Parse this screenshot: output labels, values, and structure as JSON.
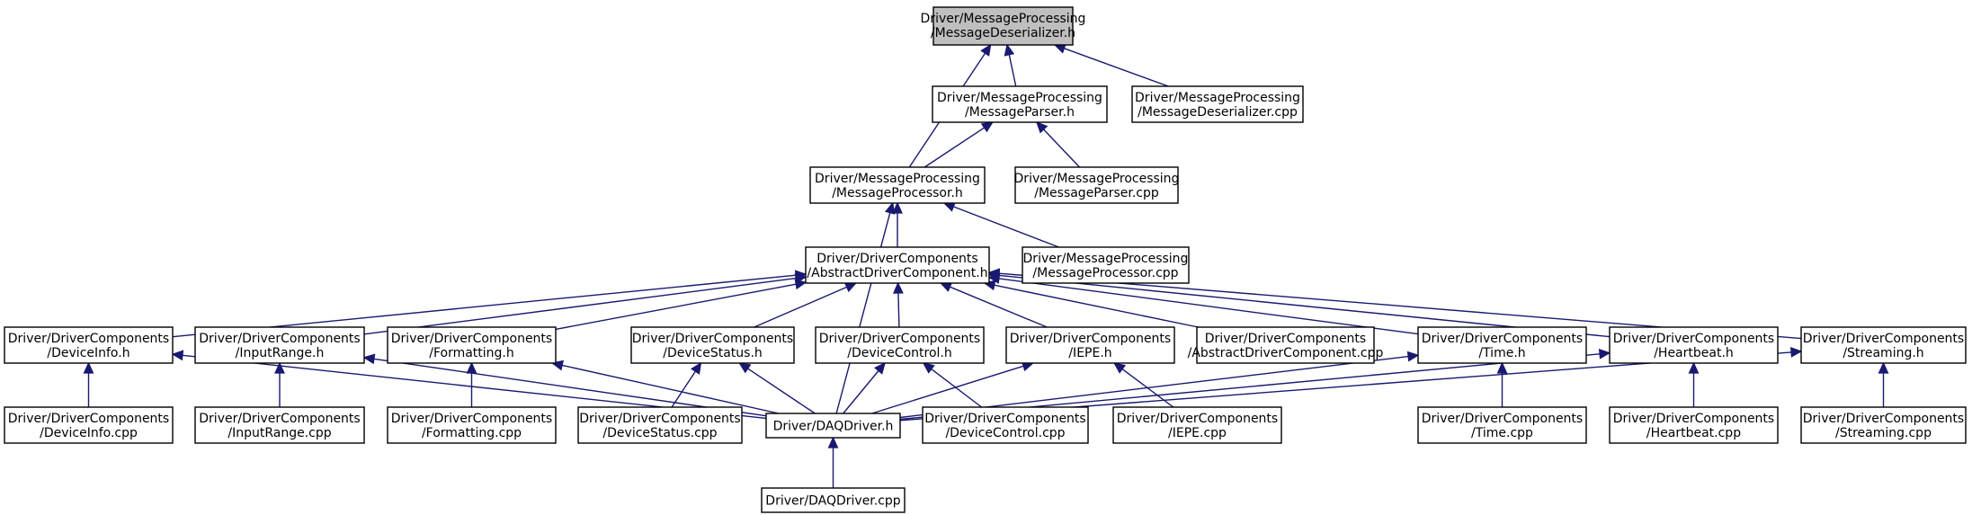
{
  "colors": {
    "edge": "#191970",
    "root_fill": "#bfbfbf",
    "node_fill": "#ffffff",
    "border": "#000000"
  },
  "nodes": [
    {
      "id": "n0",
      "l1": "Driver/MessageProcessing",
      "l2": "/MessageDeserializer.h",
      "highlight": true
    },
    {
      "id": "n1",
      "l1": "Driver/MessageProcessing",
      "l2": "/MessageParser.h"
    },
    {
      "id": "n2",
      "l1": "Driver/MessageProcessing",
      "l2": "/MessageDeserializer.cpp"
    },
    {
      "id": "n3",
      "l1": "Driver/MessageProcessing",
      "l2": "/MessageProcessor.h"
    },
    {
      "id": "n4",
      "l1": "Driver/MessageProcessing",
      "l2": "/MessageParser.cpp"
    },
    {
      "id": "n5",
      "l1": "Driver/DriverComponents",
      "l2": "/AbstractDriverComponent.h"
    },
    {
      "id": "n6",
      "l1": "Driver/MessageProcessing",
      "l2": "/MessageProcessor.cpp"
    },
    {
      "id": "n7",
      "l1": "Driver/DriverComponents",
      "l2": "/DeviceInfo.h"
    },
    {
      "id": "n8",
      "l1": "Driver/DriverComponents",
      "l2": "/InputRange.h"
    },
    {
      "id": "n9",
      "l1": "Driver/DriverComponents",
      "l2": "/Formatting.h"
    },
    {
      "id": "n10",
      "l1": "Driver/DriverComponents",
      "l2": "/DeviceStatus.h"
    },
    {
      "id": "n11",
      "l1": "Driver/DriverComponents",
      "l2": "/DeviceControl.h"
    },
    {
      "id": "n12",
      "l1": "Driver/DriverComponents",
      "l2": "/IEPE.h"
    },
    {
      "id": "n13",
      "l1": "Driver/DriverComponents",
      "l2": "/AbstractDriverComponent.cpp"
    },
    {
      "id": "n14",
      "l1": "Driver/DriverComponents",
      "l2": "/Time.h"
    },
    {
      "id": "n15",
      "l1": "Driver/DriverComponents",
      "l2": "/Heartbeat.h"
    },
    {
      "id": "n16",
      "l1": "Driver/DriverComponents",
      "l2": "/Streaming.h"
    },
    {
      "id": "n17",
      "l1": "Driver/DriverComponents",
      "l2": "/DeviceInfo.cpp"
    },
    {
      "id": "n18",
      "l1": "Driver/DriverComponents",
      "l2": "/InputRange.cpp"
    },
    {
      "id": "n19",
      "l1": "Driver/DriverComponents",
      "l2": "/Formatting.cpp"
    },
    {
      "id": "n20",
      "l1": "Driver/DriverComponents",
      "l2": "/DeviceStatus.cpp"
    },
    {
      "id": "n21",
      "l1": "Driver/DAQDriver.h",
      "l2": ""
    },
    {
      "id": "n22",
      "l1": "Driver/DriverComponents",
      "l2": "/DeviceControl.cpp"
    },
    {
      "id": "n23",
      "l1": "Driver/DriverComponents",
      "l2": "/IEPE.cpp"
    },
    {
      "id": "n24",
      "l1": "Driver/DriverComponents",
      "l2": "/Time.cpp"
    },
    {
      "id": "n25",
      "l1": "Driver/DriverComponents",
      "l2": "/Heartbeat.cpp"
    },
    {
      "id": "n26",
      "l1": "Driver/DriverComponents",
      "l2": "/Streaming.cpp"
    },
    {
      "id": "n27",
      "l1": "Driver/DAQDriver.cpp",
      "l2": ""
    }
  ],
  "edges": [
    [
      "n0",
      "n1"
    ],
    [
      "n0",
      "n2"
    ],
    [
      "n0",
      "n3"
    ],
    [
      "n1",
      "n3"
    ],
    [
      "n1",
      "n4"
    ],
    [
      "n3",
      "n5"
    ],
    [
      "n3",
      "n6"
    ],
    [
      "n3",
      "n21"
    ],
    [
      "n5",
      "n7"
    ],
    [
      "n5",
      "n8"
    ],
    [
      "n5",
      "n9"
    ],
    [
      "n5",
      "n10"
    ],
    [
      "n5",
      "n11"
    ],
    [
      "n5",
      "n12"
    ],
    [
      "n5",
      "n13"
    ],
    [
      "n5",
      "n14"
    ],
    [
      "n5",
      "n15"
    ],
    [
      "n5",
      "n16"
    ],
    [
      "n7",
      "n17"
    ],
    [
      "n7",
      "n21"
    ],
    [
      "n8",
      "n18"
    ],
    [
      "n8",
      "n21"
    ],
    [
      "n9",
      "n19"
    ],
    [
      "n9",
      "n21"
    ],
    [
      "n10",
      "n20"
    ],
    [
      "n10",
      "n21"
    ],
    [
      "n11",
      "n21"
    ],
    [
      "n11",
      "n22"
    ],
    [
      "n12",
      "n21"
    ],
    [
      "n12",
      "n23"
    ],
    [
      "n14",
      "n21"
    ],
    [
      "n14",
      "n24"
    ],
    [
      "n15",
      "n21"
    ],
    [
      "n15",
      "n25"
    ],
    [
      "n16",
      "n21"
    ],
    [
      "n16",
      "n26"
    ],
    [
      "n21",
      "n27"
    ]
  ]
}
